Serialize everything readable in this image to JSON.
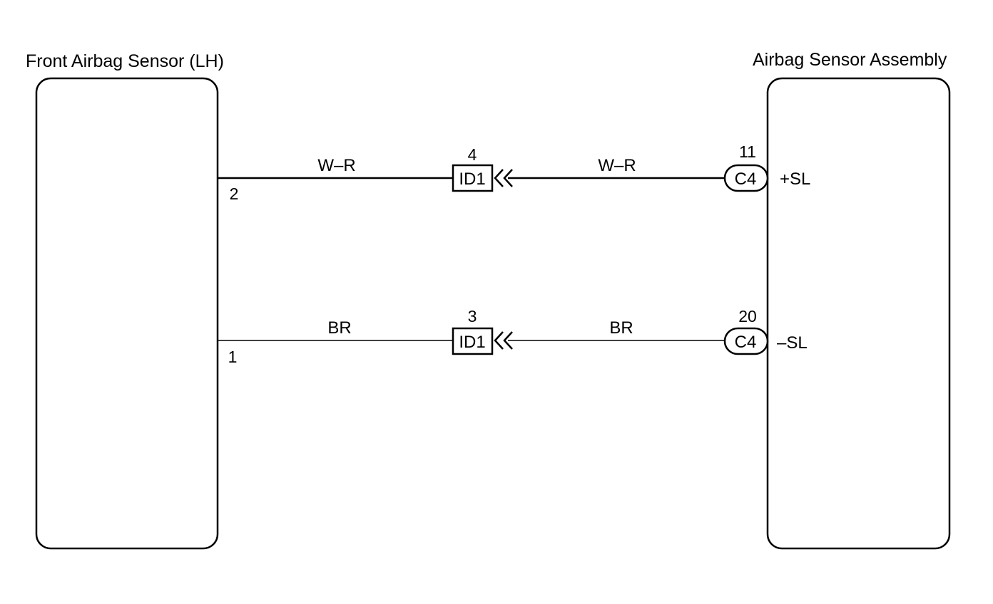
{
  "diagram": {
    "left_component": {
      "name": "Front Airbag Sensor (LH)"
    },
    "right_component": {
      "name": "Airbag Sensor Assembly"
    },
    "circuits": [
      {
        "left_pin": "2",
        "wire_color_left": "W–R",
        "junction": {
          "name": "ID1",
          "pin": "4"
        },
        "wire_color_right": "W–R",
        "right_connector": {
          "name": "C4",
          "pin": "11"
        },
        "terminal": "+SL"
      },
      {
        "left_pin": "1",
        "wire_color_left": "BR",
        "junction": {
          "name": "ID1",
          "pin": "3"
        },
        "wire_color_right": "BR",
        "right_connector": {
          "name": "C4",
          "pin": "20"
        },
        "terminal": "–SL"
      }
    ]
  }
}
